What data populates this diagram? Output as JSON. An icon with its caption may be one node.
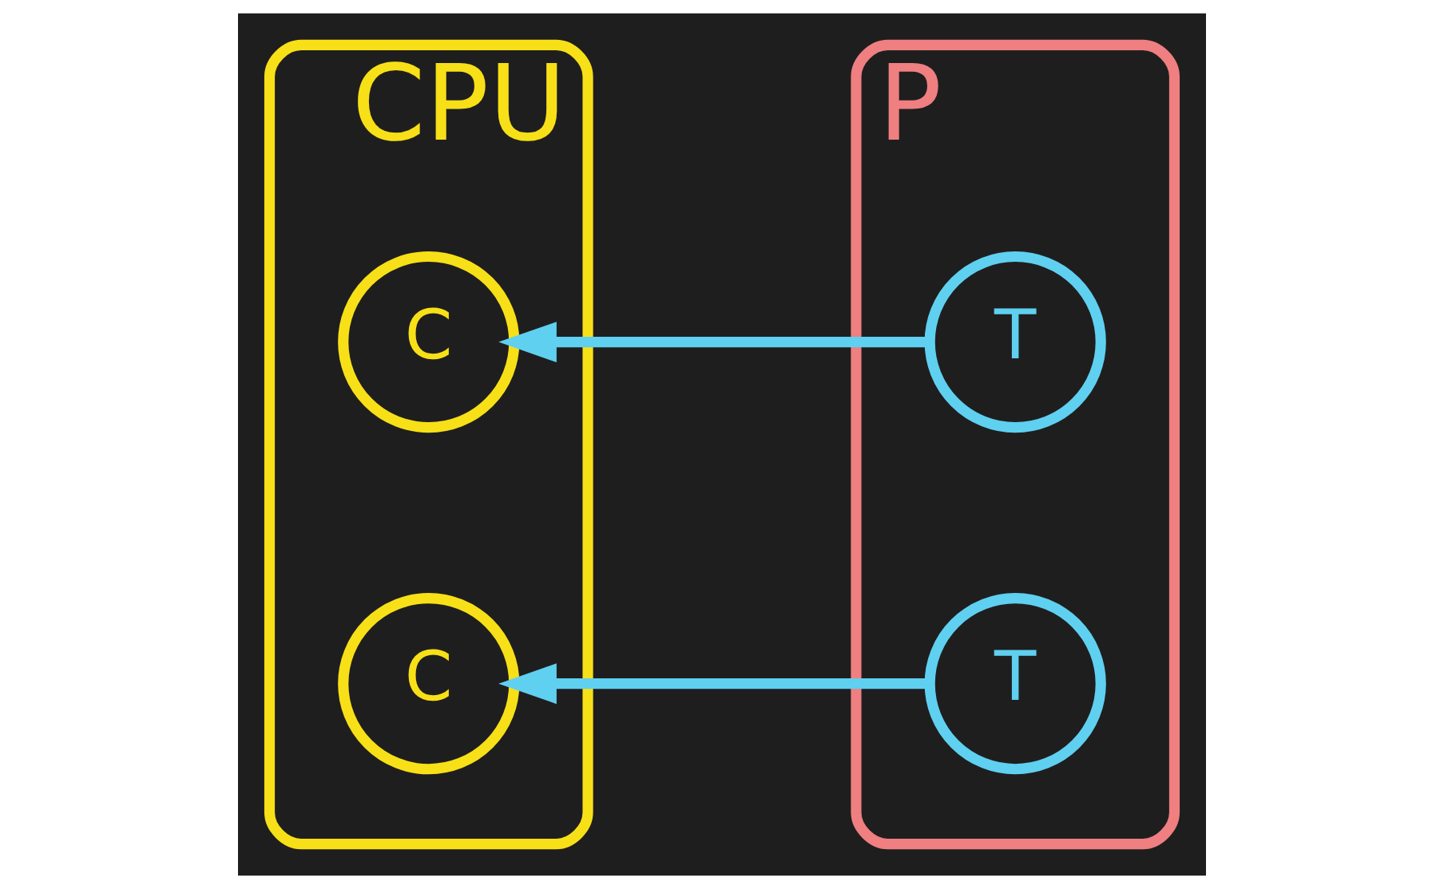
{
  "diagram": {
    "nodes": [
      {
        "text": [
          "CPU"
        ]
      },
      {
        "text": [
          "C"
        ],
        "in": 0
      },
      {
        "text": [
          "C"
        ],
        "in": 0
      },
      {
        "text": [
          "P"
        ]
      },
      {
        "text": [
          "T"
        ],
        "in": 3
      },
      {
        "text": [
          "T"
        ],
        "in": 3
      }
    ],
    "edges": [
      {
        "from": 4,
        "to": 1,
        "arrow": "to"
      },
      {
        "from": 5,
        "to": 2,
        "arrow": "to"
      }
    ]
  }
}
